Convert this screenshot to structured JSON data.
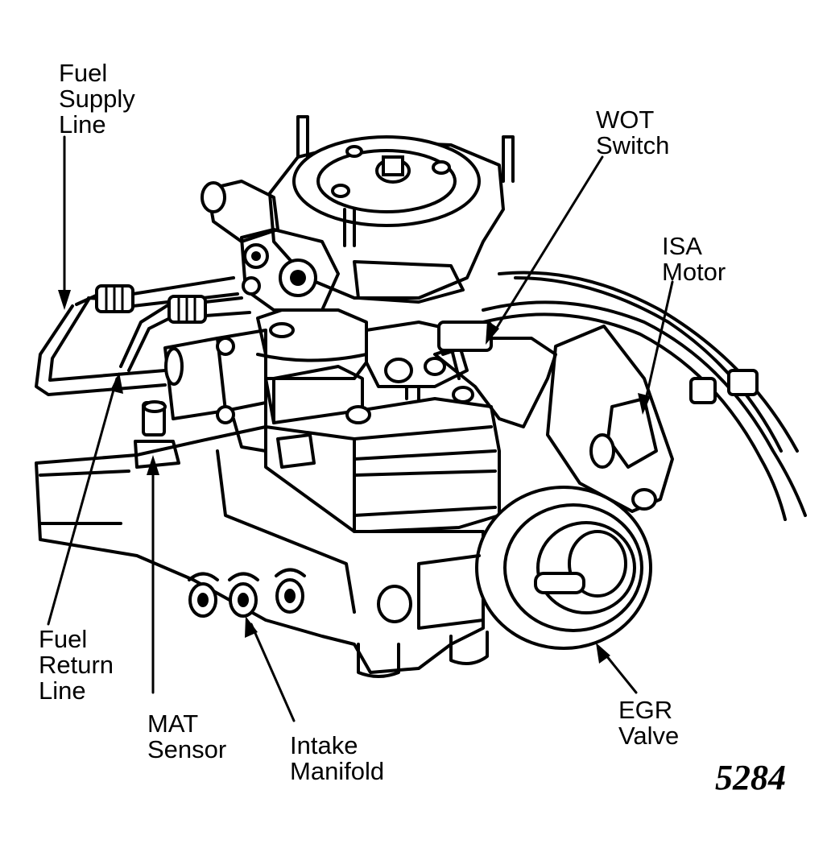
{
  "diagram": {
    "labels": {
      "fuel_supply_line": [
        "Fuel",
        "Supply",
        "Line"
      ],
      "wot_switch": [
        "WOT",
        "Switch"
      ],
      "isa_motor": [
        "ISA",
        "Motor"
      ],
      "fuel_return_line": [
        "Fuel",
        "Return",
        "Line"
      ],
      "mat_sensor": [
        "MAT",
        "Sensor"
      ],
      "intake_manifold": [
        "Intake",
        "Manifold"
      ],
      "egr_valve": [
        "EGR",
        "Valve"
      ]
    },
    "figure_number": "5284"
  }
}
